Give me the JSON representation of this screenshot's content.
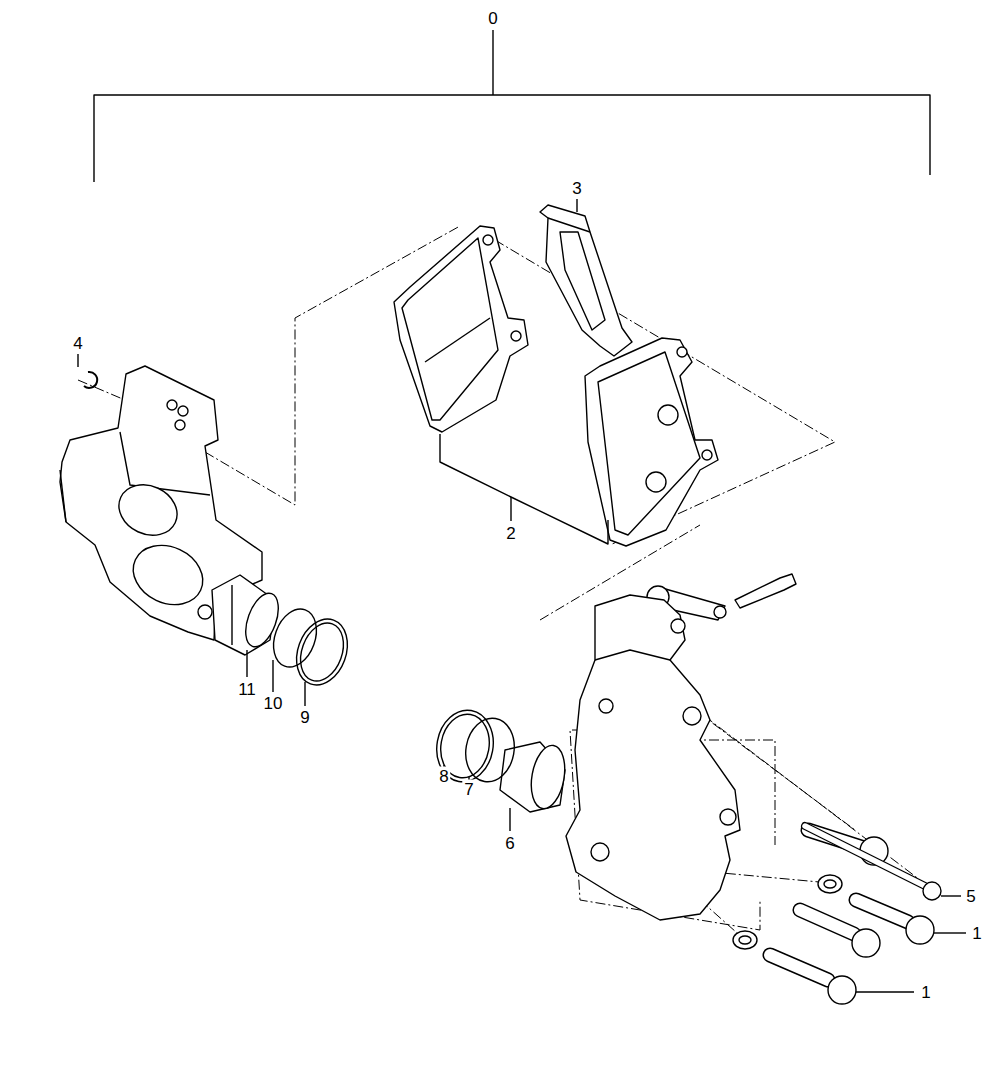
{
  "diagram": {
    "labels": [
      "0",
      "3",
      "4",
      "2",
      "11",
      "10",
      "9",
      "8",
      "7",
      "6",
      "5",
      "1",
      "1"
    ]
  }
}
